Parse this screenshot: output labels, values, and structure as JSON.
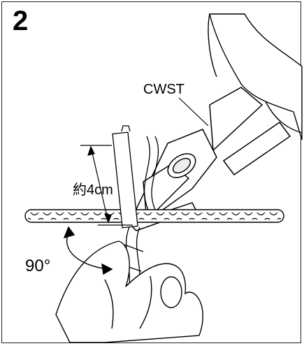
{
  "step_number": "2",
  "labels": {
    "tool": "CWST",
    "length": "約4cm",
    "angle": "90°"
  },
  "colors": {
    "line": "#000000",
    "background": "#ffffff",
    "cable_shade": "#3a3a3a"
  },
  "icons": [
    "wire-stripper-tool",
    "twisted-cable",
    "hand"
  ]
}
